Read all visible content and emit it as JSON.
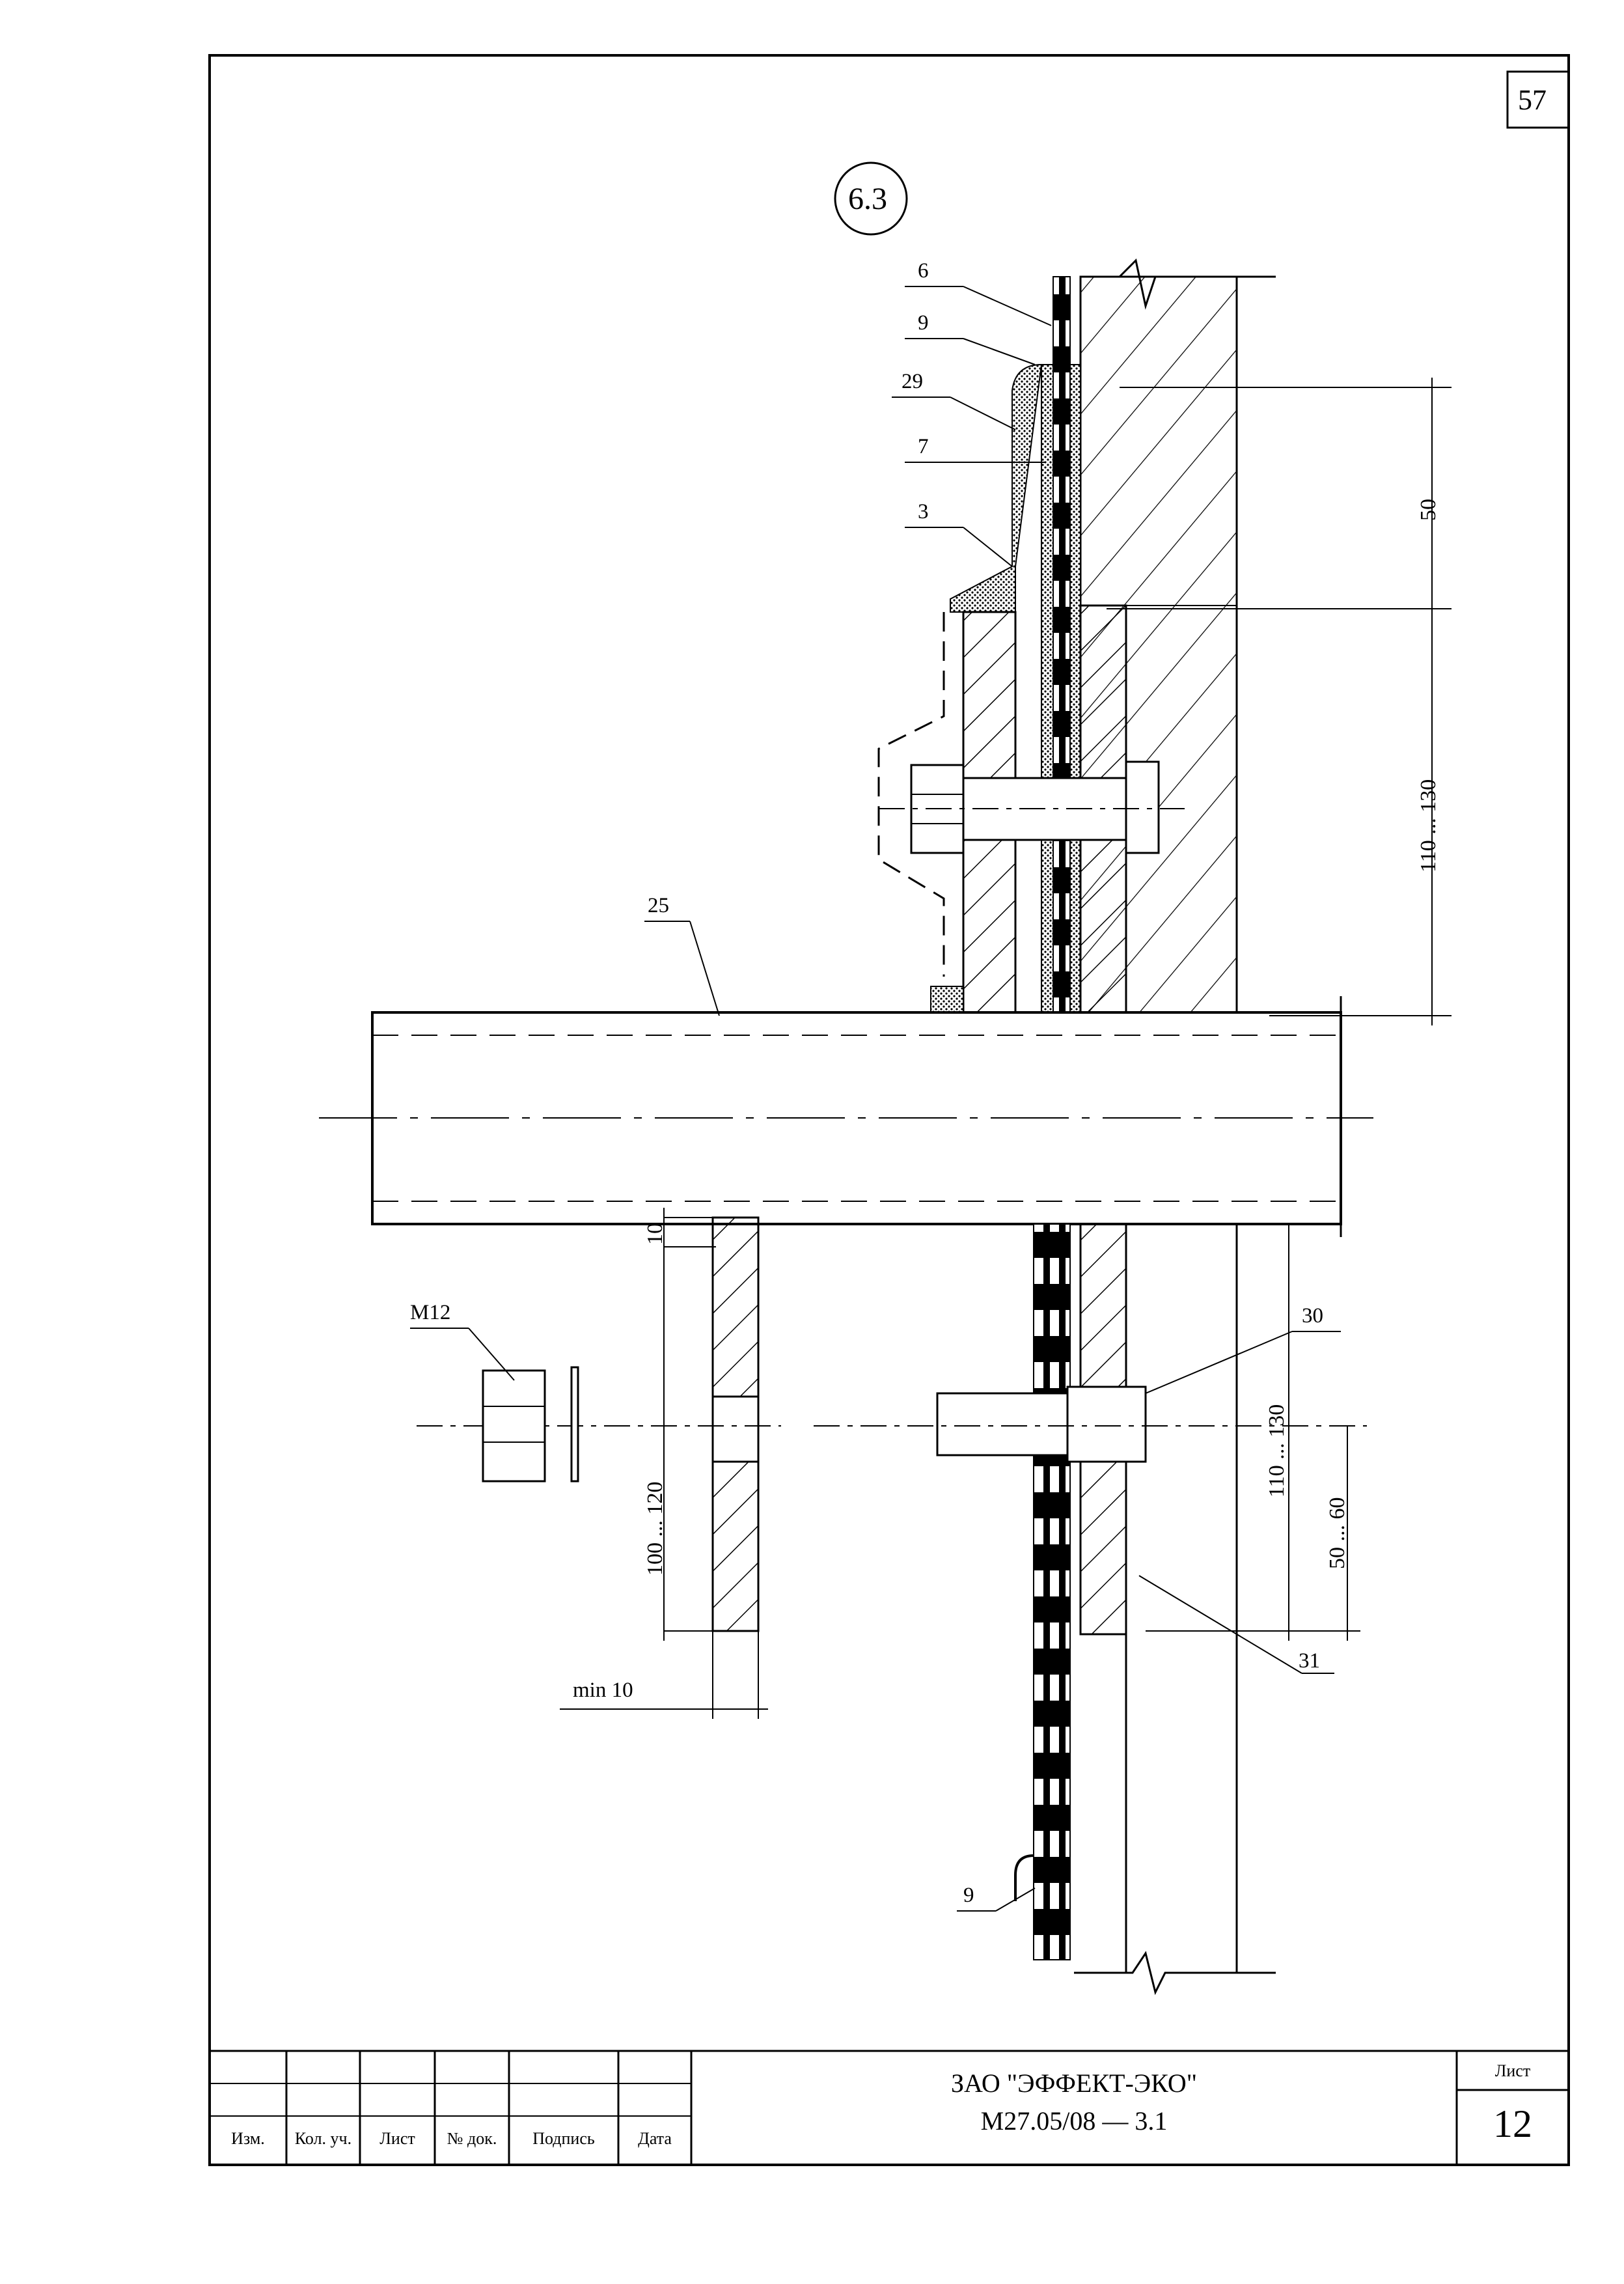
{
  "page": {
    "number": "57"
  },
  "detail": {
    "mark": "6.3"
  },
  "callouts": {
    "c6": "6",
    "c9_top": "9",
    "c29": "29",
    "c7": "7",
    "c3": "3",
    "c25": "25",
    "c30": "30",
    "c31": "31",
    "c9_bottom": "9",
    "m12": "M12"
  },
  "dimensions": {
    "d50": "50",
    "d110_130_top": "110 ... 130",
    "d10": "10",
    "d100_120": "100 ... 120",
    "d110_130_bottom": "110 ... 130",
    "d50_60": "50 ... 60",
    "min10": "min 10"
  },
  "title_block": {
    "headers": [
      "Изм.",
      "Кол. уч.",
      "Лист",
      "№ док.",
      "Подпись",
      "Дата"
    ],
    "company": "ЗАО \"ЭФФЕКТ-ЭКО\"",
    "doc_code": "М27.05/08  —  3.1",
    "sheet_label": "Лист",
    "sheet_number": "12"
  }
}
